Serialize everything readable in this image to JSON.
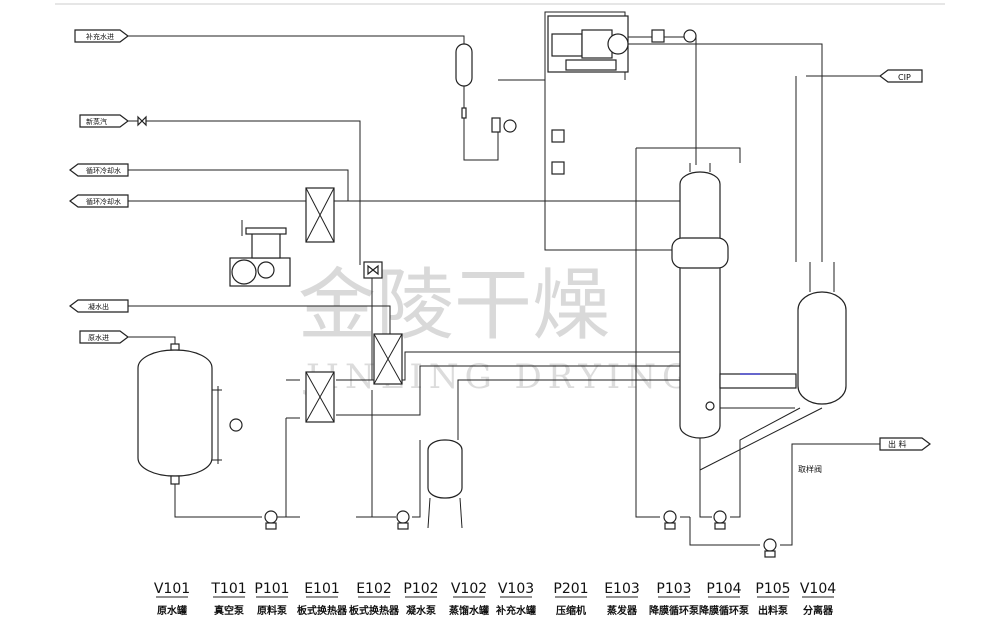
{
  "watermark": {
    "cn": "金陵干燥",
    "en": "JINLING DRYING"
  },
  "streams": {
    "left": [
      "补充水进",
      "新蒸汽",
      "循环冷却水",
      "循环冷却水",
      "凝水出",
      "原水进"
    ],
    "cip": "CIP",
    "product": "出  料",
    "sample_valve": "取样阀"
  },
  "equipment_legend": [
    {
      "code": "V101",
      "name": "原水罐"
    },
    {
      "code": "T101",
      "name": "真空泵"
    },
    {
      "code": "P101",
      "name": "原料泵"
    },
    {
      "code": "E101",
      "name": "板式换热器"
    },
    {
      "code": "E102",
      "name": "板式换热器"
    },
    {
      "code": "P102",
      "name": "凝水泵"
    },
    {
      "code": "V102",
      "name": "蒸馏水罐"
    },
    {
      "code": "V103",
      "name": "补充水罐"
    },
    {
      "code": "P201",
      "name": "压缩机"
    },
    {
      "code": "E103",
      "name": "蒸发器"
    },
    {
      "code": "P103",
      "name": "降膜循环泵"
    },
    {
      "code": "P104",
      "name": "降膜循环泵"
    },
    {
      "code": "P105",
      "name": "出料泵"
    },
    {
      "code": "V104",
      "name": "分离器"
    }
  ]
}
